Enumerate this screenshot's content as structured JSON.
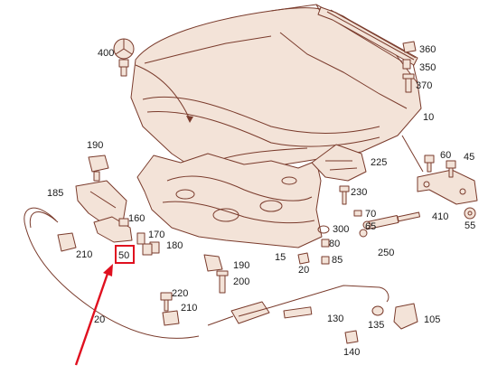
{
  "diagram": {
    "part_numbers": [
      "400",
      "360",
      "350",
      "370",
      "10",
      "190",
      "185",
      "160",
      "170",
      "180",
      "210",
      "50",
      "60",
      "45",
      "225",
      "230",
      "410",
      "55",
      "300",
      "70",
      "65",
      "80",
      "250",
      "15",
      "20",
      "85",
      "190",
      "200",
      "220",
      "210",
      "20",
      "130",
      "135",
      "105",
      "140"
    ],
    "highlighted_part": "50",
    "colors": {
      "line": "#7a3b2c",
      "fill": "#f3e3d8",
      "highlight": "#e0101f",
      "text": "#1a1a1a"
    }
  }
}
